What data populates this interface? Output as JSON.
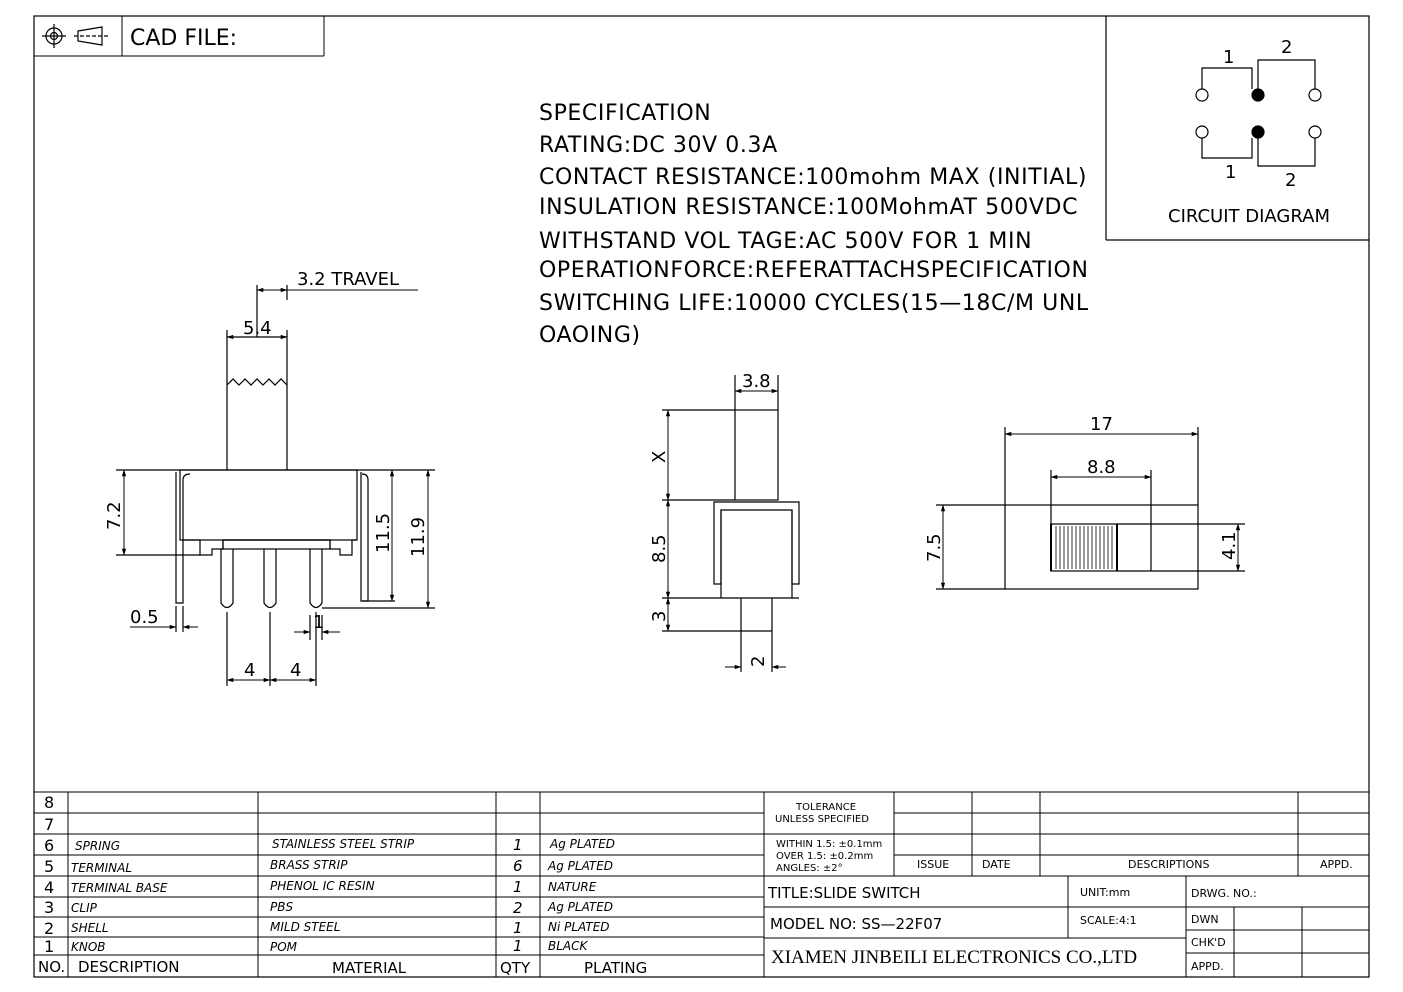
{
  "header": {
    "cad_label": "CAD FILE:"
  },
  "specification": {
    "lines": [
      "SPECIFICATION",
      "RATING:DC  30V  0.3A",
      "CONTACT  RESISTANCE:100mohm  MAX  (INITIAL)",
      "INSULATION  RESISTANCE:100MohmAT  500VDC",
      "WITHSTAND  VOL TAGE:AC  500V  FOR  1  MIN",
      "OPERATIONFORCE:REFERATTACHSPECIFICATION",
      "SWITCHING  LIFE:10000  CYCLES(15—18C/M  UNL",
      "OAOING)"
    ]
  },
  "circuit": {
    "label": "CIRCUIT  DIAGRAM",
    "pin_top_1": "1",
    "pin_top_2": "2",
    "pin_bot_1": "1",
    "pin_bot_2": "2"
  },
  "front_view": {
    "travel": "3.2  TRAVEL",
    "knob_width": "5.4",
    "height_7_2": "7.2",
    "height_11_5": "11.5",
    "height_11_9": "11.9",
    "pin_thickness": "0.5",
    "pitch_a": "4",
    "pitch_b": "4",
    "pin_width": "1"
  },
  "side_view": {
    "knob_width": "3.8",
    "knob_height": "X",
    "body_height": "8.5",
    "pin_length": "3",
    "pin_width": "2"
  },
  "top_view": {
    "length": "17",
    "slot_length": "8.8",
    "width": "7.5",
    "knob_width": "4.1"
  },
  "bom": {
    "rows": [
      {
        "no": "8",
        "desc": "",
        "material": "",
        "qty": "",
        "plating": ""
      },
      {
        "no": "7",
        "desc": "",
        "material": "",
        "qty": "",
        "plating": ""
      },
      {
        "no": "6",
        "desc": "SPRING",
        "material": "STAINLESS  STEEL  STRIP",
        "qty": "1",
        "plating": "Ag  PLATED"
      },
      {
        "no": "5",
        "desc": "TERMINAL",
        "material": "BRASS  STRIP",
        "qty": "6",
        "plating": "Ag  PLATED"
      },
      {
        "no": "4",
        "desc": "TERMINAL  BASE",
        "material": "PHENOL  IC  RESIN",
        "qty": "1",
        "plating": "NATURE"
      },
      {
        "no": "3",
        "desc": "CLIP",
        "material": "PBS",
        "qty": "2",
        "plating": "Ag  PLATED"
      },
      {
        "no": "2",
        "desc": "SHELL",
        "material": "MILD  STEEL",
        "qty": "1",
        "plating": "Ni  PLATED"
      },
      {
        "no": "1",
        "desc": "KNOB",
        "material": "POM",
        "qty": "1",
        "plating": "BLACK"
      }
    ],
    "head": {
      "no": "NO.",
      "desc": "DESCRIPTION",
      "material": "MATERIAL",
      "qty": "QTY",
      "plating": "PLATING"
    }
  },
  "title_block": {
    "tolerance_1": "TOLERANCE",
    "tolerance_2": "UNLESS  SPECIFIED",
    "within": "WITHIN  1.5: ±0.1mm",
    "over": "OVER  1.5:  ±0.2mm",
    "angles": "ANGLES: ±2°",
    "issue": "ISSUE",
    "date": "DATE",
    "descriptions": "DESCRIPTIONS",
    "appd_head": "APPD.",
    "title": "TITLE:SLIDE  SWITCH",
    "unit": "UNIT:mm",
    "drwg": "DRWG.  NO.:",
    "model": "MODEL  NO: SS—22F07",
    "scale": "SCALE:4:1",
    "dwn": "DWN",
    "chkd": "CHK'D",
    "appd": "APPD.",
    "company": "XIAMEN JINBEILI ELECTRONICS CO.,LTD"
  }
}
